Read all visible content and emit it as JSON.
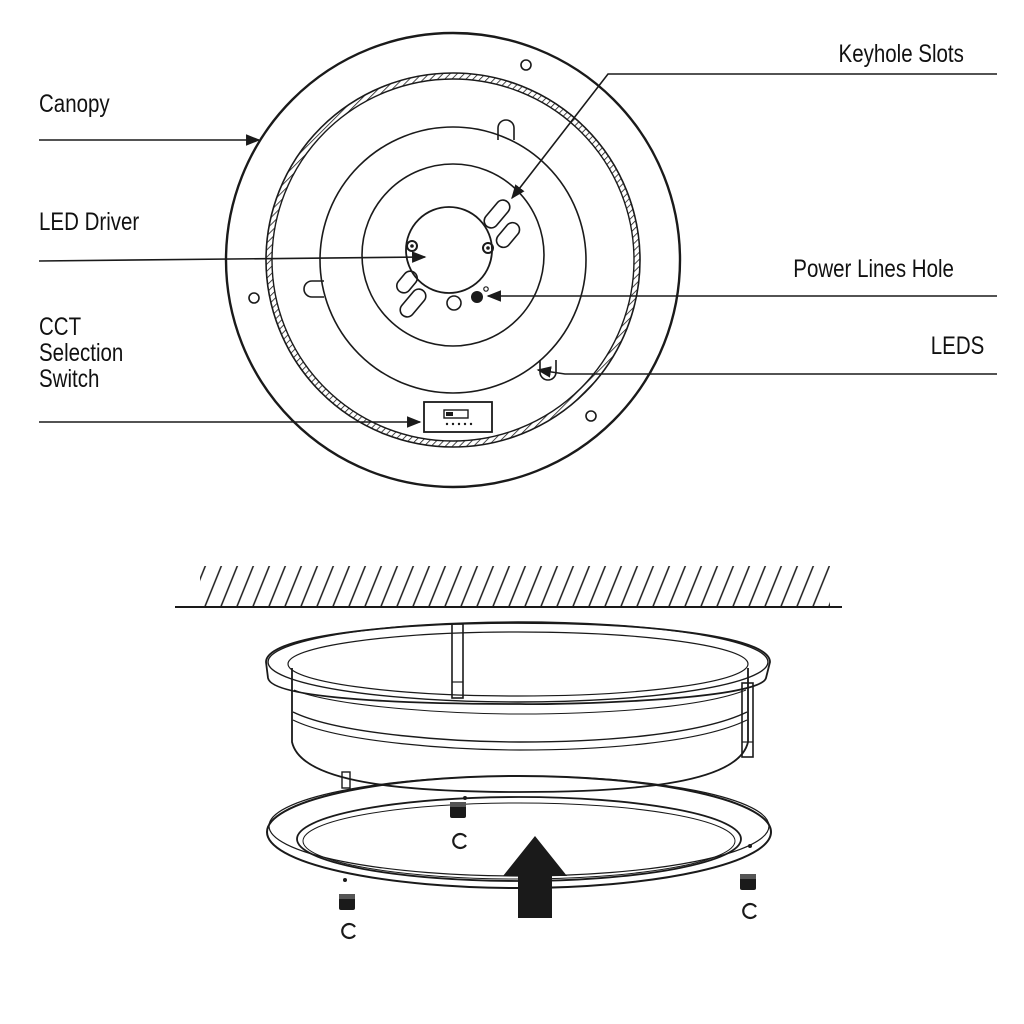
{
  "labels": {
    "canopy": "Canopy",
    "led_driver": "LED Driver",
    "cct_line1": "CCT",
    "cct_line2": "Selection",
    "cct_line3": "Switch",
    "keyhole_slots": "Keyhole Slots",
    "power_lines_hole": "Power Lines Hole",
    "leds": "LEDS"
  },
  "colors": {
    "line": "#1a1a1a",
    "arrow_fill": "#1a1a1a",
    "background": "#ffffff"
  },
  "icons": {
    "install_arrow": "arrow-up-icon",
    "screw": "screw-icon",
    "clip": "c-clip-icon"
  }
}
